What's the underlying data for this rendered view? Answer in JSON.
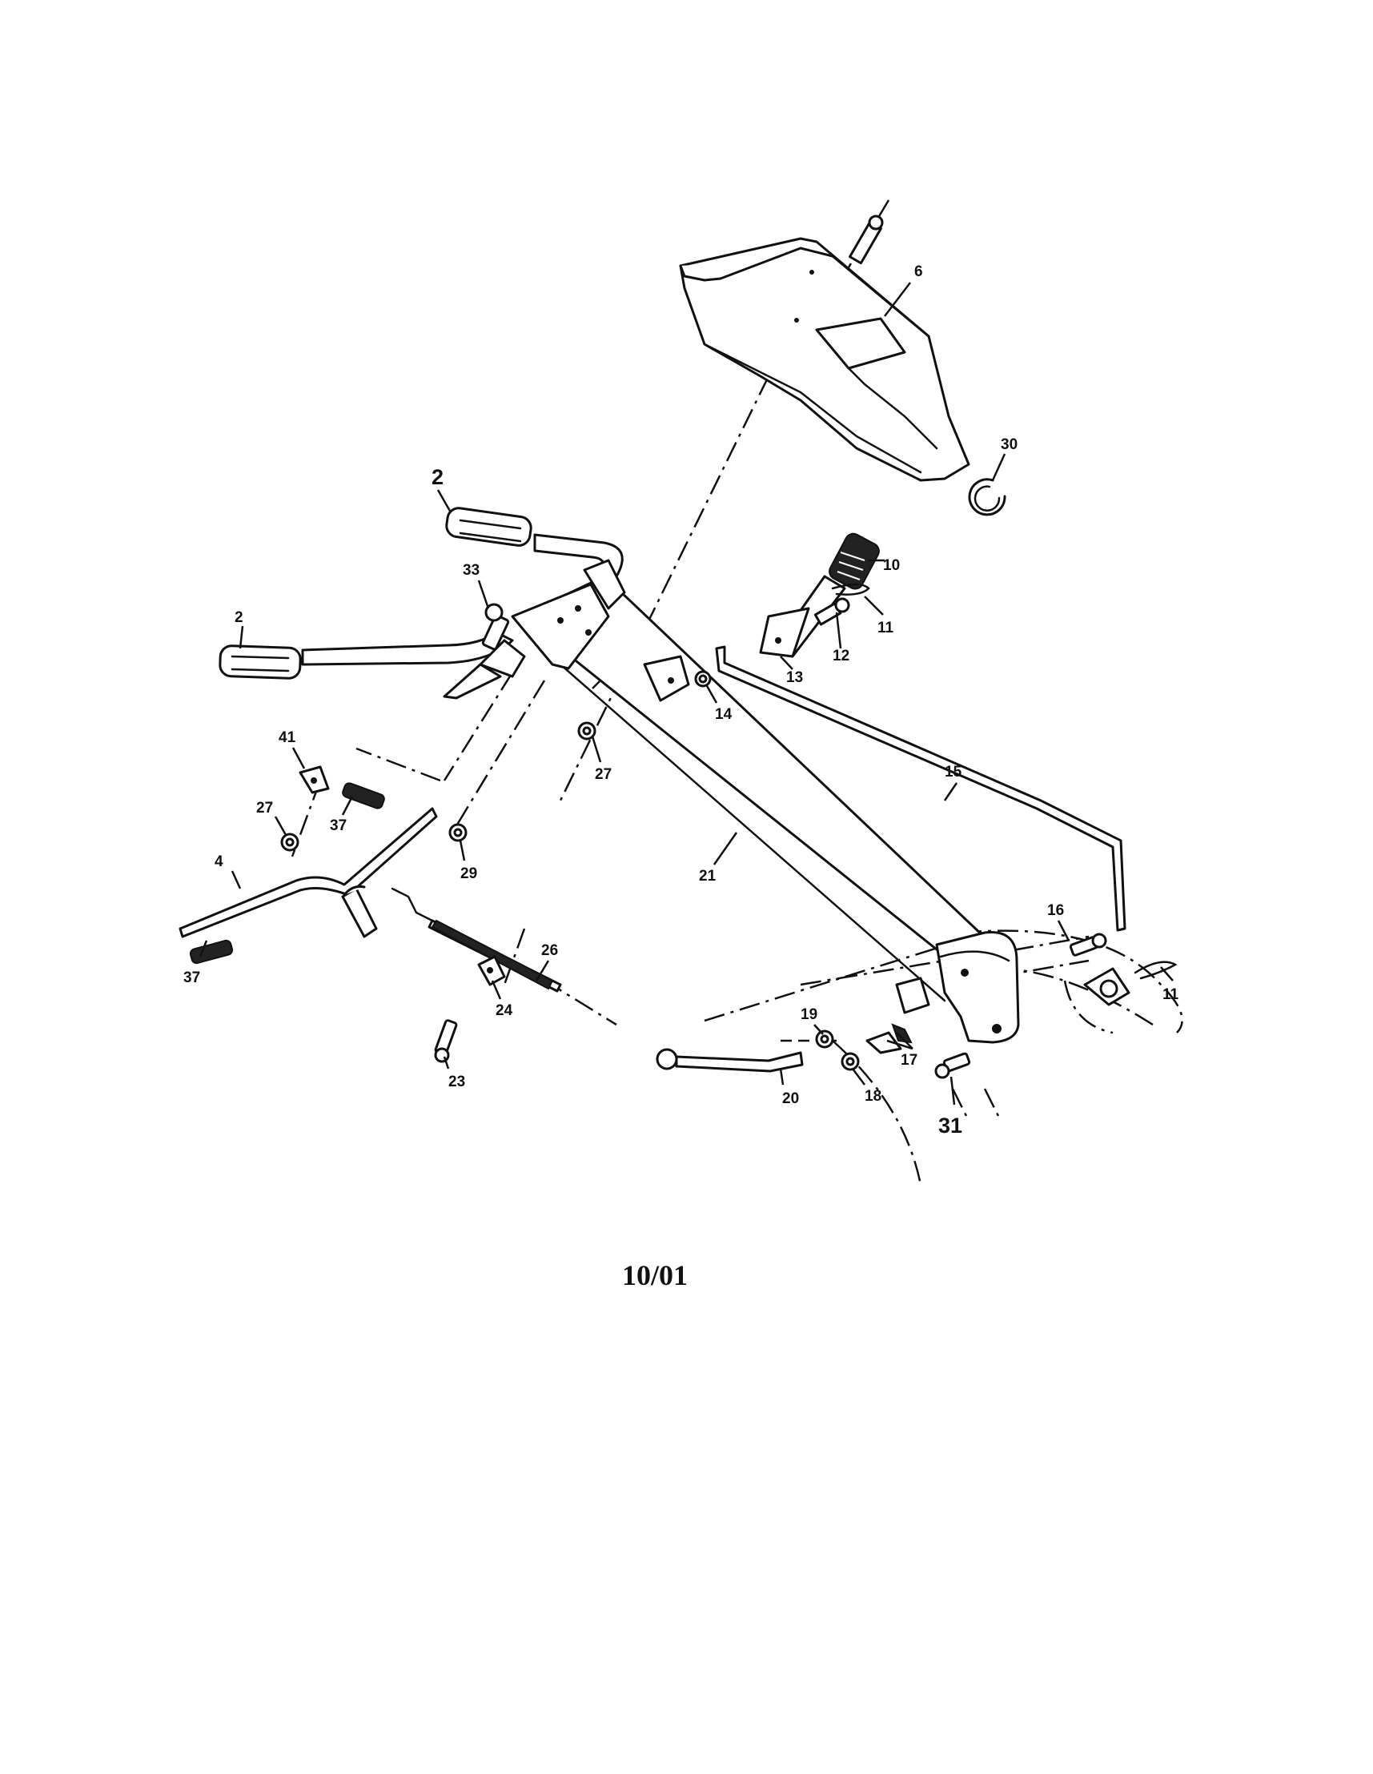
{
  "labels": {
    "p6": "6",
    "p30": "30",
    "p2a": "2",
    "p2b": "2",
    "p10": "10",
    "p33": "33",
    "p11a": "11",
    "p12": "12",
    "p13": "13",
    "p14": "14",
    "p41": "41",
    "p27a": "27",
    "p37a": "37",
    "p27b": "27",
    "p15": "15",
    "p29": "29",
    "p21": "21",
    "p4": "4",
    "p16": "16",
    "p26": "26",
    "p37b": "37",
    "p11b": "11",
    "p24": "24",
    "p19": "19",
    "p17": "17",
    "p23": "23",
    "p18": "18",
    "p20": "20",
    "p31": "31"
  },
  "date_code": "10/01"
}
